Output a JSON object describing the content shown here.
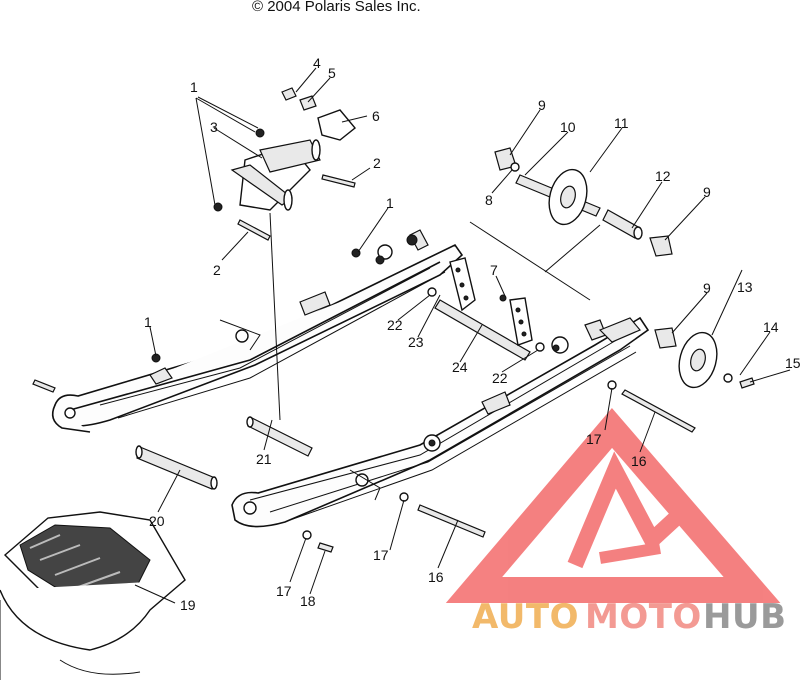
{
  "copyright": "© 2004 Polaris Sales Inc.",
  "callouts": [
    {
      "id": "c1a",
      "text": "1"
    },
    {
      "id": "c4",
      "text": "4"
    },
    {
      "id": "c5",
      "text": "5"
    },
    {
      "id": "c3",
      "text": "3"
    },
    {
      "id": "c6",
      "text": "6"
    },
    {
      "id": "c2a",
      "text": "2"
    },
    {
      "id": "c2b",
      "text": "2"
    },
    {
      "id": "c1b",
      "text": "1"
    },
    {
      "id": "c1c",
      "text": "1"
    },
    {
      "id": "c9a",
      "text": "9"
    },
    {
      "id": "c10",
      "text": "10"
    },
    {
      "id": "c11",
      "text": "11"
    },
    {
      "id": "c8",
      "text": "8"
    },
    {
      "id": "c12",
      "text": "12"
    },
    {
      "id": "c9b",
      "text": "9"
    },
    {
      "id": "c7",
      "text": "7"
    },
    {
      "id": "c22a",
      "text": "22"
    },
    {
      "id": "c23",
      "text": "23"
    },
    {
      "id": "c24",
      "text": "24"
    },
    {
      "id": "c22b",
      "text": "22"
    },
    {
      "id": "c9c",
      "text": "9"
    },
    {
      "id": "c13",
      "text": "13"
    },
    {
      "id": "c14",
      "text": "14"
    },
    {
      "id": "c15",
      "text": "15"
    },
    {
      "id": "c17a",
      "text": "17"
    },
    {
      "id": "c16a",
      "text": "16"
    },
    {
      "id": "c21",
      "text": "21"
    },
    {
      "id": "c20",
      "text": "20"
    },
    {
      "id": "c17b",
      "text": "17"
    },
    {
      "id": "c17c",
      "text": "17"
    },
    {
      "id": "c18",
      "text": "18"
    },
    {
      "id": "c16b",
      "text": "16"
    },
    {
      "id": "c19",
      "text": "19"
    }
  ],
  "watermark": {
    "part1": "AUTO",
    "part2": "MOTO",
    "part3": "HUB",
    "color1": "#f2b96a",
    "color2": "#f39a93",
    "color3": "#9a9a9a",
    "logo_color": "#f36b6b"
  }
}
